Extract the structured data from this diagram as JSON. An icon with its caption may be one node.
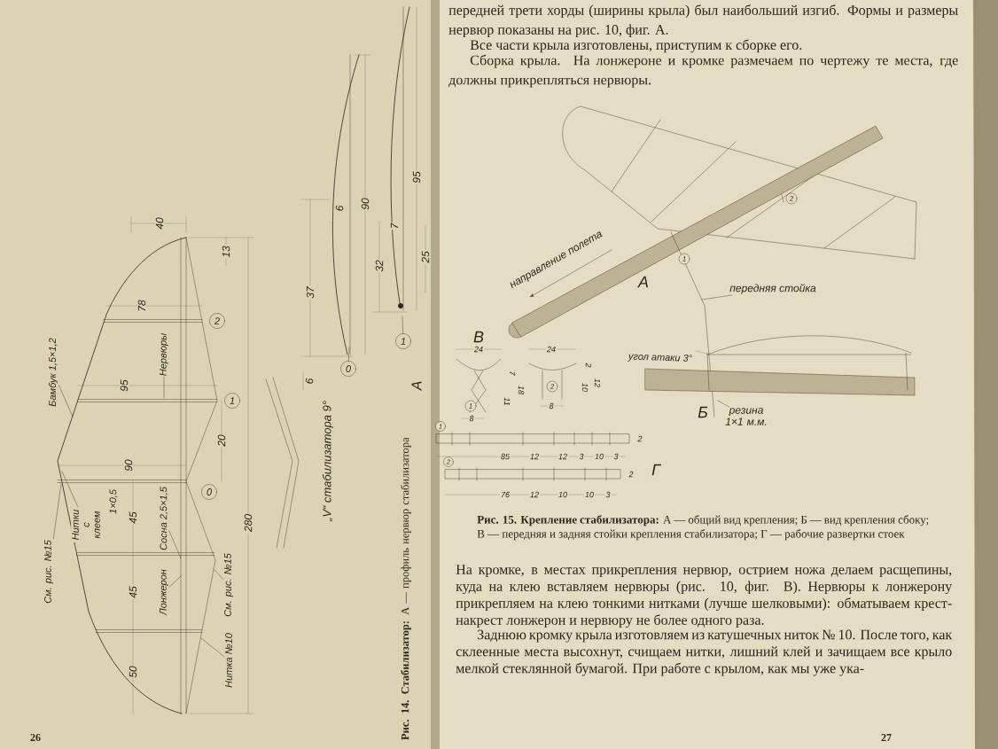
{
  "diagram": {
    "nodes": [
      {
        "text": [
          "2"
        ]
      },
      {
        "text": [
          "1"
        ]
      },
      {
        "text": [
          "0"
        ]
      },
      {
        "text": [
          "Бамбук 1,5×1,2"
        ]
      },
      {
        "text": [
          "Нервюры"
        ]
      },
      {
        "text": [
          "Нитки с клеем"
        ]
      },
      {
        "text": [
          "Сосна 2,5×1,5"
        ]
      },
      {
        "text": [
          "Лонжерон"
        ]
      },
      {
        "text": [
          "См. рис. №15"
        ]
      },
      {
        "text": [
          "См. рис. №15"
        ]
      },
      {
        "text": [
          "Нитка №10"
        ]
      },
      {
        "text": [
          "0"
        ]
      },
      {
        "text": [
          "1"
        ]
      },
      {
        "text": [
          "передняя стойка"
        ]
      },
      {
        "text": [
          "резина 1×1 м.м."
        ]
      },
      {
        "text": [
          "1"
        ]
      },
      {
        "text": [
          "2"
        ]
      },
      {
        "text": [
          "1"
        ]
      },
      {
        "text": [
          "2"
        ]
      },
      {
        "text": [
          "1"
        ]
      },
      {
        "text": [
          "2"
        ]
      }
    ],
    "edges": [
      {
        "from": 3,
        "to": null,
        "arrow": "none"
      },
      {
        "from": 4,
        "to": null,
        "arrow": "none"
      },
      {
        "from": 5,
        "to": null,
        "arrow": "none"
      },
      {
        "from": 6,
        "to": null,
        "arrow": "none"
      },
      {
        "from": 7,
        "to": null,
        "arrow": "none"
      },
      {
        "from": 8,
        "to": null,
        "arrow": "none"
      },
      {
        "from": 9,
        "to": null,
        "arrow": "none"
      },
      {
        "from": 10,
        "to": null,
        "arrow": "none"
      },
      {
        "from": 11,
        "to": null,
        "arrow": "none"
      },
      {
        "from": 12,
        "to": null,
        "arrow": "none"
      },
      {
        "from": 13,
        "to": null,
        "arrow": "none"
      },
      {
        "from": 14,
        "to": null,
        "arrow": "none"
      }
    ],
    "labels": [
      "передней трети хорды (ширины крыла) был наибольший изгиб. Формы и размеры нервюр показаны на рис. 10, фиг. А.",
      "Все части крыла изготовлены, приступим к сборке его.",
      "Сборка крыла. На лонжероне и кромке размечаем по чертежу те места, где должны прикрепляться нервюры.",
      "40",
      "13",
      "78",
      "95",
      "20",
      "90",
      "1×0,5",
      "45",
      "45",
      "50",
      "280",
      "37",
      "6",
      "90",
      "32",
      "7",
      "95",
      "25",
      "А",
      "6",
      "„V“ стабилизатора 9°",
      "**Рис. 14. Стабилизатор:** А — профиль нервюр стабилизатора",
      "26",
      "направление полета",
      "А",
      "В",
      "24",
      "7",
      "11",
      "18",
      "8",
      "24",
      "2",
      "10",
      "12",
      "8",
      "угол атаки 3°",
      "Б",
      "12",
      "12",
      "3",
      "10",
      "3",
      "2",
      "85",
      "12",
      "10",
      "10",
      "3",
      "2",
      "76",
      "Г",
      "**Рис. 15. Крепление стабилизатора:** А — общий вид крепления; Б — вид крепления сбоку; В — передняя и задняя стойки крепления стабилизатора; Г — рабочие развертки стоек",
      "На кромке, в местах прикрепления нервюр, острием ножа делаем расщепины, куда на клею вставляем нервюры (рис. 10, фиг. В). Нервюры к лонжерону прикрепляем на клею тонкими нитками (лучше шелковыми): обматываем крест-накрест лонжерон и нервюру не более одного раза.",
      "Заднюю кромку крыла изготовляем из катушечных ниток № 10. После того, как склеенные места высохнут, счищаем нитки, лишний клей и зачищаем все крыло мелкой стеклянной бумагой. При работе с крылом, как мы уже ука-",
      "27"
    ]
  }
}
